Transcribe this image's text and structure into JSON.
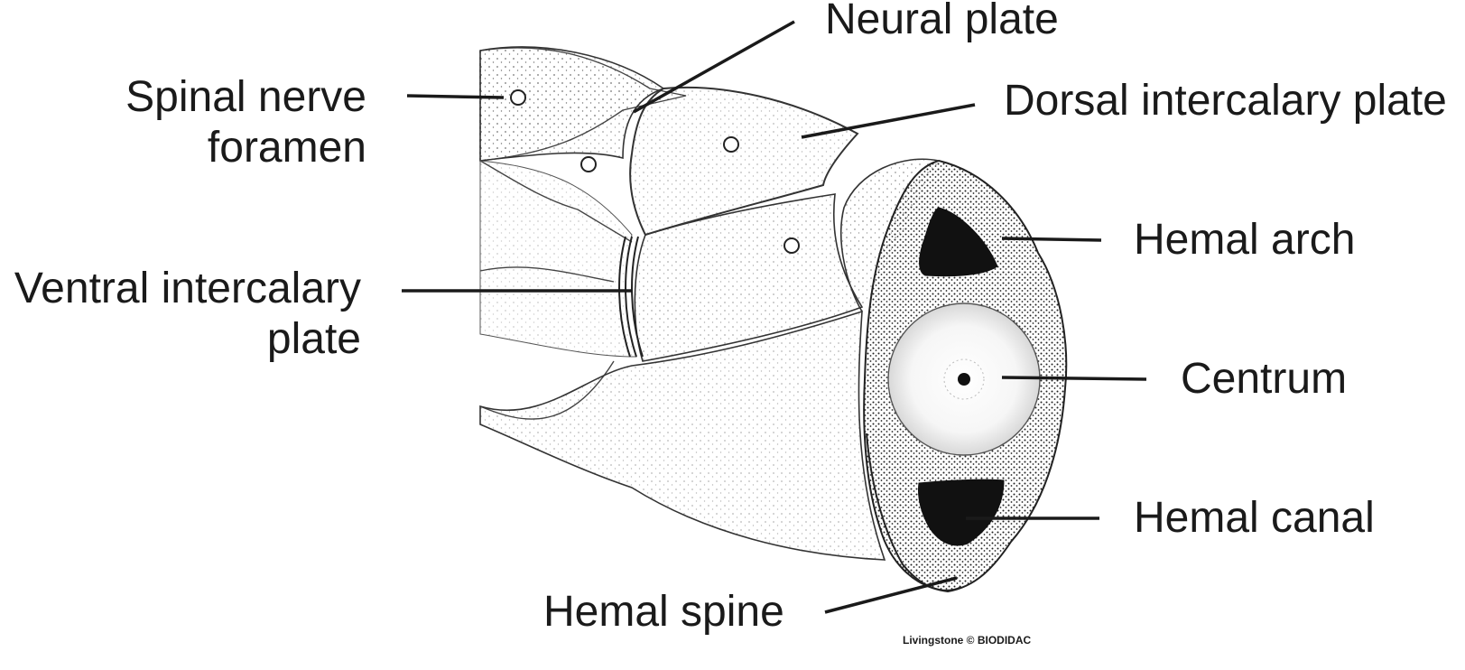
{
  "labels": {
    "neural_plate": "Neural plate",
    "spinal_nerve_line1": "Spinal nerve",
    "spinal_nerve_line2": "foramen",
    "dorsal_intercalary_plate": "Dorsal intercalary plate",
    "hemal_arch": "Hemal arch",
    "ventral_intercalary_line1": "Ventral intercalary",
    "ventral_intercalary_line2": "plate",
    "centrum": "Centrum",
    "hemal_canal": "Hemal canal",
    "hemal_spine": "Hemal spine"
  },
  "credit": "Livingstone © BIODIDAC",
  "colors": {
    "ink": "#1a1a1a",
    "background": "#ffffff",
    "stipple": "#3a3a3a"
  }
}
